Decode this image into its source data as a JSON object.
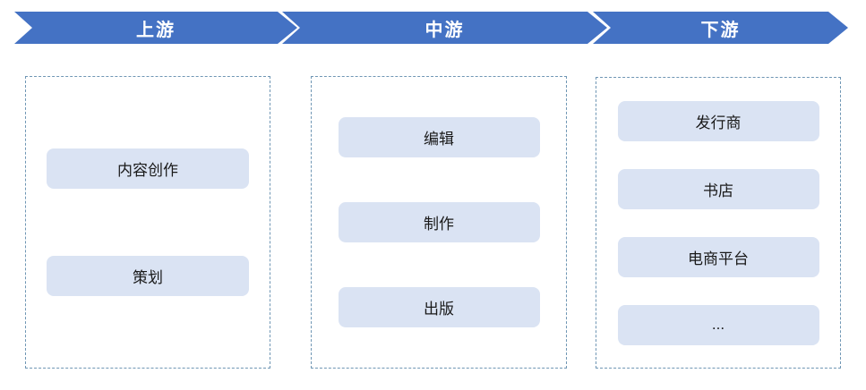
{
  "chevrons": [
    "上游",
    "中游",
    "下游"
  ],
  "columns": [
    {
      "boxes": [
        "内容创作",
        "策划"
      ]
    },
    {
      "boxes": [
        "编辑",
        "制作",
        "出版"
      ]
    },
    {
      "boxes": [
        "发行商",
        "书店",
        "电商平台",
        "..."
      ]
    }
  ],
  "colors": {
    "background": "#FFFFFF",
    "chevron_fill": "#4472C4",
    "chevron_text": "#FFFFFF",
    "box_fill": "#DAE3F3",
    "box_text": "#1A1A1A",
    "dashed_border": "#6F96B4"
  }
}
